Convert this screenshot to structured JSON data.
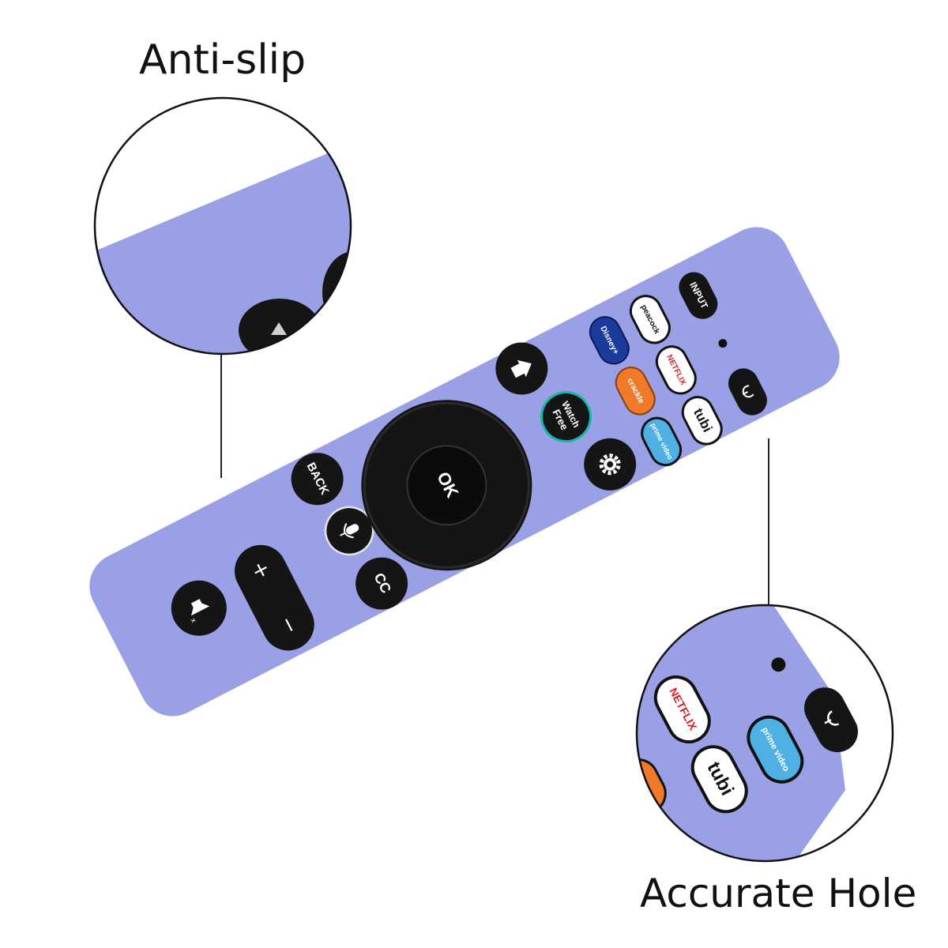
{
  "captions": {
    "anti_slip": "Anti-slip",
    "accurate_hole": "Accurate Hole"
  },
  "remote": {
    "case_color": "#9aa0e6",
    "button_color": "#151515",
    "buttons": {
      "input": "INPUT",
      "back": "BACK",
      "ok": "OK",
      "cc": "CC",
      "vol_plus": "+",
      "vol_minus": "−",
      "peacock": "peacock",
      "netflix": "NETFLIX",
      "tubi": "tubi",
      "watch_free_line1": "Watch",
      "watch_free_line2": "Free",
      "disney": "Disney+",
      "crackle": "crackle",
      "prime": "prime video"
    },
    "icons": [
      "home-icon",
      "settings-gear-icon",
      "microphone-icon",
      "power-icon",
      "mute-icon"
    ]
  },
  "zoom_circles": {
    "bottom_right": {
      "netflix": "NETFLIX",
      "tubi": "tubi",
      "prime": "prime video"
    }
  }
}
